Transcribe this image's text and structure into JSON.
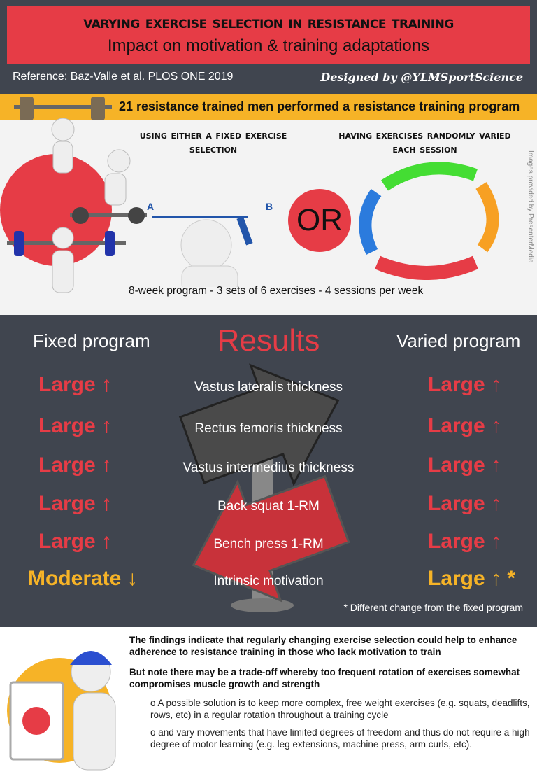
{
  "header": {
    "title": "Varying exercise selection in resistance training",
    "subtitle": "Impact on motivation & training adaptations",
    "reference": "Reference: Baz-Valle et al. PLOS ONE 2019",
    "designed_by": "Designed by @YLMSportScience"
  },
  "study": {
    "participants": "21 resistance trained men performed a resistance training program",
    "fixed_heading": "Using either a fixed exercise selection",
    "varied_heading": "Having exercises randomly varied each session",
    "or_label": "OR",
    "point_a": "A",
    "point_b": "B",
    "program": "8-week program - 3 sets of 6 exercises - 4 sessions per week",
    "image_credit": "Images provided by PresenterMedia"
  },
  "results": {
    "title": "Results",
    "fixed_heading": "Fixed program",
    "varied_heading": "Varied program",
    "rows": [
      {
        "measure": "Vastus lateralis  thickness",
        "fixed": "Large ↑",
        "varied": "Large ↑"
      },
      {
        "measure": "Rectus femoris  thickness",
        "fixed": "Large ↑",
        "varied": "Large ↑"
      },
      {
        "measure": "Vastus intermedius  thickness",
        "fixed": "Large ↑",
        "varied": "Large ↑"
      },
      {
        "measure": "Back squat 1-RM",
        "fixed": "Large ↑",
        "varied": "Large ↑"
      },
      {
        "measure": "Bench press 1-RM",
        "fixed": "Large ↑",
        "varied": "Large ↑"
      },
      {
        "measure": "Intrinsic motivation",
        "fixed": "Moderate ↓",
        "varied": "Large ↑ *"
      }
    ],
    "footnote": "* Different change from the fixed program",
    "colors": {
      "large": "#e63c46",
      "motivation": "#f6b327"
    }
  },
  "conclusions": {
    "p1": "The findings indicate that regularly changing exercise selection could help to enhance adherence to resistance training in those who lack motivation to train",
    "p2": "But note there may be a trade-off whereby too frequent rotation of exercises somewhat compromises muscle growth and strength",
    "b1": "o A possible solution is to keep more complex, free weight exercises (e.g. squats, deadlifts, rows, etc) in a regular rotation throughout a training cycle",
    "b2": "o and vary movements that have limited degrees of freedom and thus do not require a high degree of motor learning (e.g. leg extensions, machine press, arm curls, etc)."
  }
}
